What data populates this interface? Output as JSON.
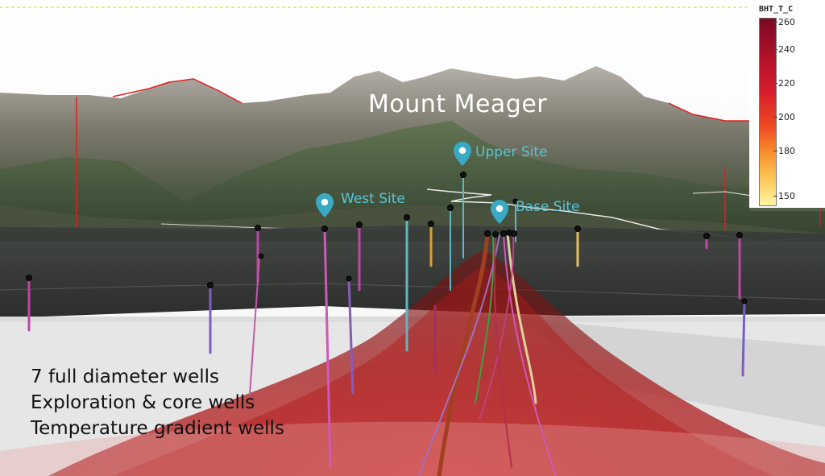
{
  "title": "Mount Meager",
  "sites": {
    "upper": "Upper Site",
    "west": "West Site",
    "base": "Base Site"
  },
  "notes": [
    "7 full diameter wells",
    "Exploration & core wells",
    "Temperature gradient wells"
  ],
  "legend": {
    "title": "BHT_T_C",
    "ticks": [
      "260",
      "240",
      "220",
      "200",
      "180",
      "150"
    ]
  },
  "colors": {
    "pin": "#3aaac4",
    "site_text": "#5bc3d6",
    "ridge_line": "#e02020"
  }
}
